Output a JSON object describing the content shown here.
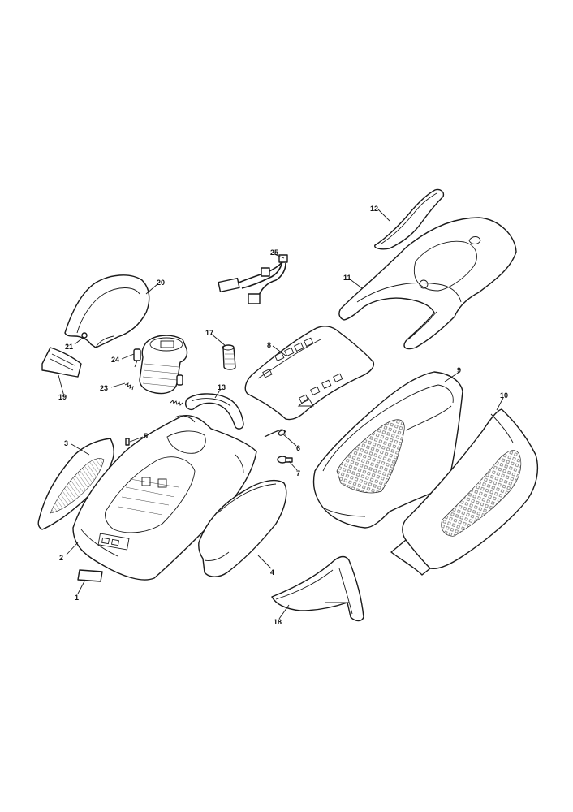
{
  "callouts": [
    {
      "id": "p1",
      "label": "1"
    },
    {
      "id": "p2",
      "label": "2"
    },
    {
      "id": "p3",
      "label": "3"
    },
    {
      "id": "p4",
      "label": "4"
    },
    {
      "id": "p5",
      "label": "5"
    },
    {
      "id": "p6",
      "label": "6"
    },
    {
      "id": "p7",
      "label": "7"
    },
    {
      "id": "p8",
      "label": "8"
    },
    {
      "id": "p9",
      "label": "9"
    },
    {
      "id": "p10",
      "label": "10"
    },
    {
      "id": "p11",
      "label": "11"
    },
    {
      "id": "p12",
      "label": "12"
    },
    {
      "id": "p13",
      "label": "13"
    },
    {
      "id": "p17",
      "label": "17"
    },
    {
      "id": "p18",
      "label": "18"
    },
    {
      "id": "p19",
      "label": "19"
    },
    {
      "id": "p20",
      "label": "20"
    },
    {
      "id": "p21",
      "label": "21"
    },
    {
      "id": "p23",
      "label": "23"
    },
    {
      "id": "p24",
      "label": "24"
    },
    {
      "id": "p25",
      "label": "25"
    }
  ]
}
